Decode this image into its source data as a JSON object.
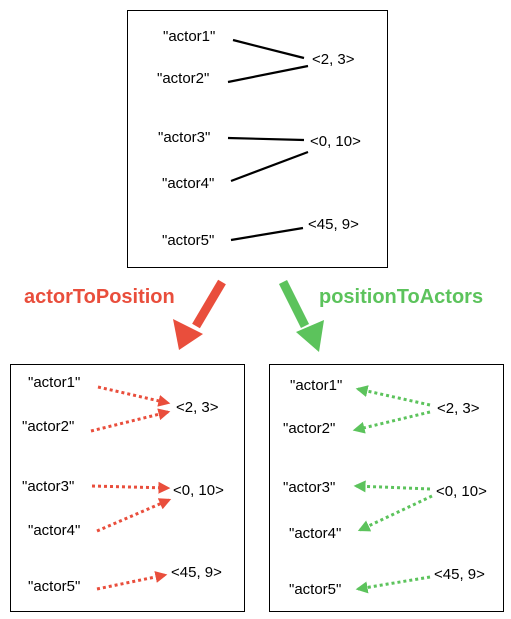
{
  "colors": {
    "left_accent": "#e94e3c",
    "right_accent": "#5cc35c",
    "line": "#000000"
  },
  "top_diagram": {
    "actors": [
      "\"actor1\"",
      "\"actor2\"",
      "\"actor3\"",
      "\"actor4\"",
      "\"actor5\""
    ],
    "positions": [
      "<2, 3>",
      "<0, 10>",
      "<45, 9>"
    ]
  },
  "arrows": {
    "left_label": "actorToPosition",
    "right_label": "positionToActors"
  },
  "left_diagram": {
    "actors": [
      "\"actor1\"",
      "\"actor2\"",
      "\"actor3\"",
      "\"actor4\"",
      "\"actor5\""
    ],
    "positions": [
      "<2, 3>",
      "<0, 10>",
      "<45, 9>"
    ]
  },
  "right_diagram": {
    "actors": [
      "\"actor1\"",
      "\"actor2\"",
      "\"actor3\"",
      "\"actor4\"",
      "\"actor5\""
    ],
    "positions": [
      "<2, 3>",
      "<0, 10>",
      "<45, 9>"
    ]
  }
}
